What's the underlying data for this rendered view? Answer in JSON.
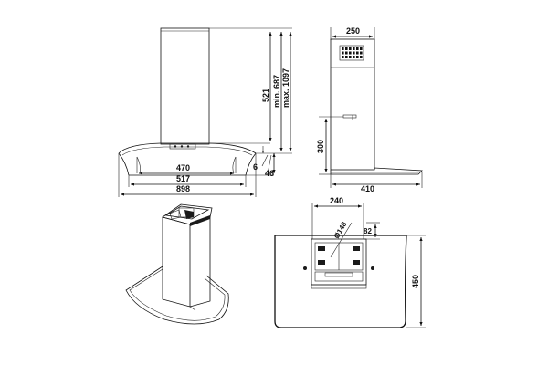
{
  "front_view": {
    "height_min": "min. 687",
    "height_max": "max. 1097",
    "chimney_height": "521",
    "glass_thickness": "6",
    "canopy_depth": "46",
    "width_inner": "470",
    "width_mid": "517",
    "width_total": "898"
  },
  "side_view": {
    "chimney_depth": "250",
    "hood_depth": "410",
    "mount_height": "300"
  },
  "top_view": {
    "chimney_width": "240",
    "outlet_diameter": "Ø148",
    "outlet_offset": "82",
    "glass_depth": "450"
  },
  "colors": {
    "line": "#111111",
    "background": "#ffffff"
  }
}
